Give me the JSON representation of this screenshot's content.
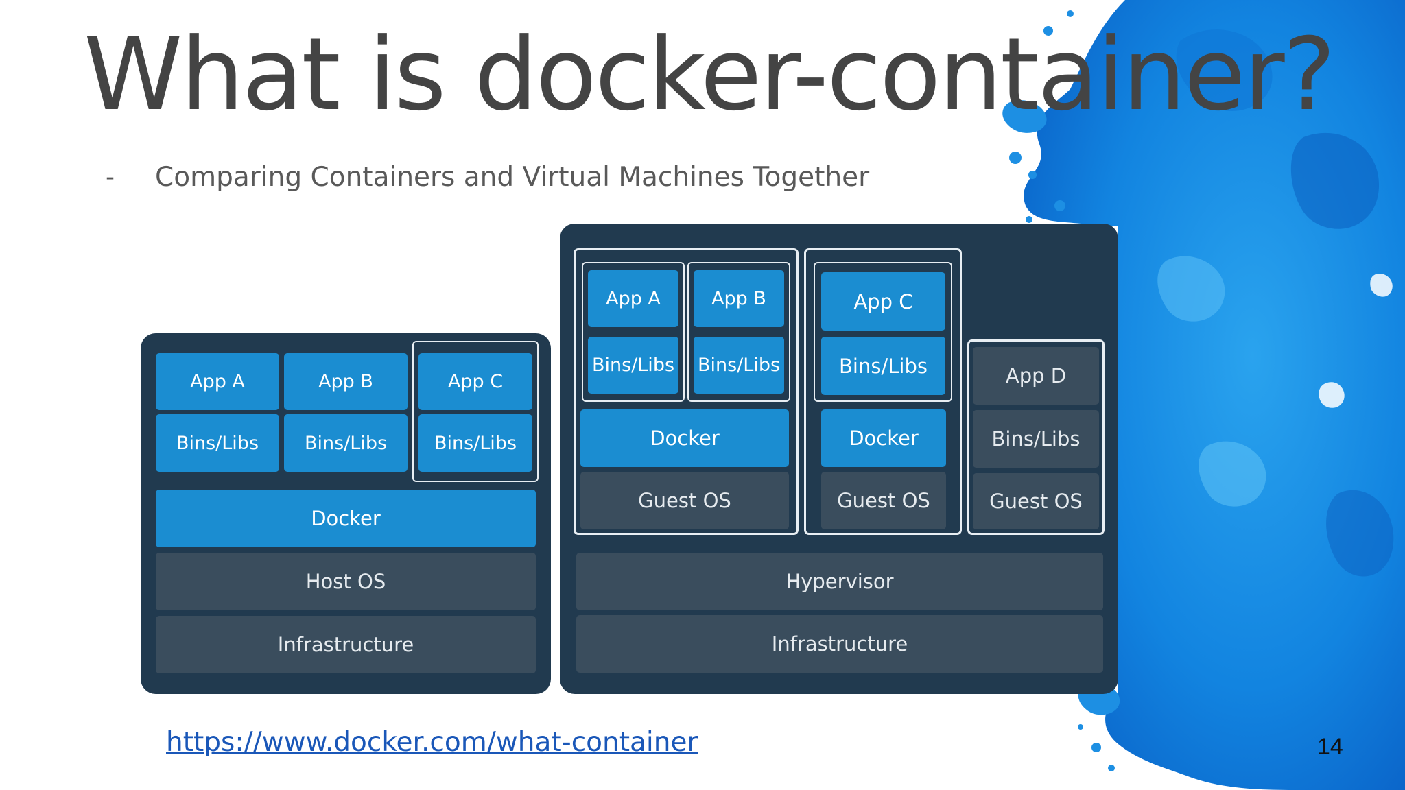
{
  "slide": {
    "title": "What is docker-container?",
    "bullet_marker": "-",
    "bullet_text": "Comparing Containers and Virtual Machines Together",
    "link_text": "https://www.docker.com/what-container",
    "page_number": "14"
  },
  "containers_diagram": {
    "apps": [
      "App A",
      "App B",
      "App C"
    ],
    "bins": [
      "Bins/Libs",
      "Bins/Libs",
      "Bins/Libs"
    ],
    "runtime": "Docker",
    "host_os": "Host OS",
    "infrastructure": "Infrastructure"
  },
  "vm_diagram": {
    "vm1": {
      "apps": [
        "App A",
        "App B"
      ],
      "bins": [
        "Bins/Libs",
        "Bins/Libs"
      ],
      "runtime": "Docker",
      "guest_os": "Guest OS"
    },
    "vm2": {
      "app": "App C",
      "bins": "Bins/Libs",
      "runtime": "Docker",
      "guest_os": "Guest OS"
    },
    "vm3": {
      "app": "App D",
      "bins": "Bins/Libs",
      "guest_os": "Guest OS"
    },
    "hypervisor": "Hypervisor",
    "infrastructure": "Infrastructure"
  },
  "colors": {
    "panel": "#213a4f",
    "docker_blue": "#1b8dd1",
    "gray_block": "#3a4d5d",
    "paint_splash": "#1e8fe6"
  }
}
